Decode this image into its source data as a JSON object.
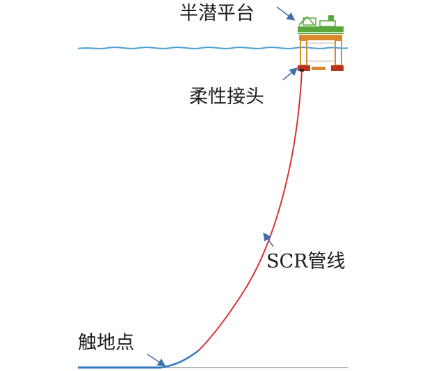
{
  "labels": {
    "platform": "半潜平台",
    "flex_joint": "柔性接头",
    "scr": "SCR管线",
    "touchdown": "触地点"
  },
  "colors": {
    "sea_surface": "#4a9fd0",
    "riser": "#d8303a",
    "riser_touchdown": "#2f79bd",
    "seabed": "#b8b8b8",
    "arrow": "#3f6fa8",
    "platform_deck": "#5aa83c",
    "platform_hull": "#d9882d"
  }
}
